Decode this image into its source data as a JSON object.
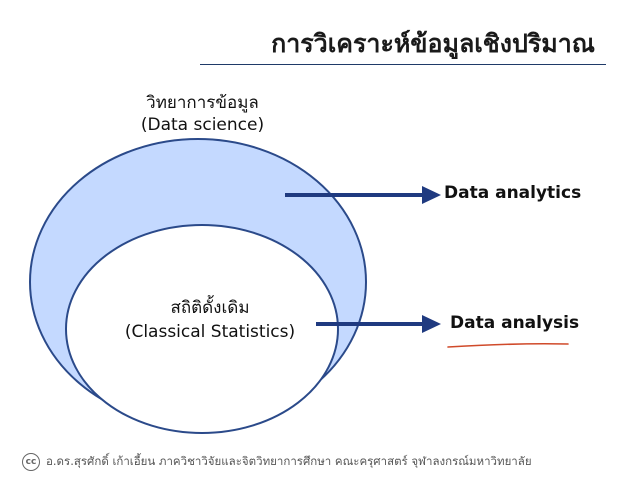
{
  "title": "การวิเคราะห์ข้อมูลเชิงปริมาณ",
  "diagram": {
    "outer": {
      "label": "วิทยาการข้อมูล",
      "sublabel": "(Data science)",
      "fill": "#c4d9ff",
      "stroke": "#2b4a8a"
    },
    "inner": {
      "label": "สถิติดั้งเดิม",
      "sublabel": "(Classical Statistics)",
      "fill": "#ffffff",
      "stroke": "#2b4a8a"
    },
    "arrows": [
      {
        "label": "Data analytics",
        "color": "#1f3a80"
      },
      {
        "label": "Data analysis",
        "color": "#1f3a80",
        "underline_color": "#d04a2a"
      }
    ]
  },
  "footer": {
    "icon": "cc-license-icon",
    "icon_text": "cc",
    "text": "อ.ดร.สุรศักดิ์ เก้าเอี้ยน ภาควิชาวิจัยและจิตวิทยาการศึกษา คณะครุศาสตร์ จุฬาลงกรณ์มหาวิทยาลัย"
  }
}
